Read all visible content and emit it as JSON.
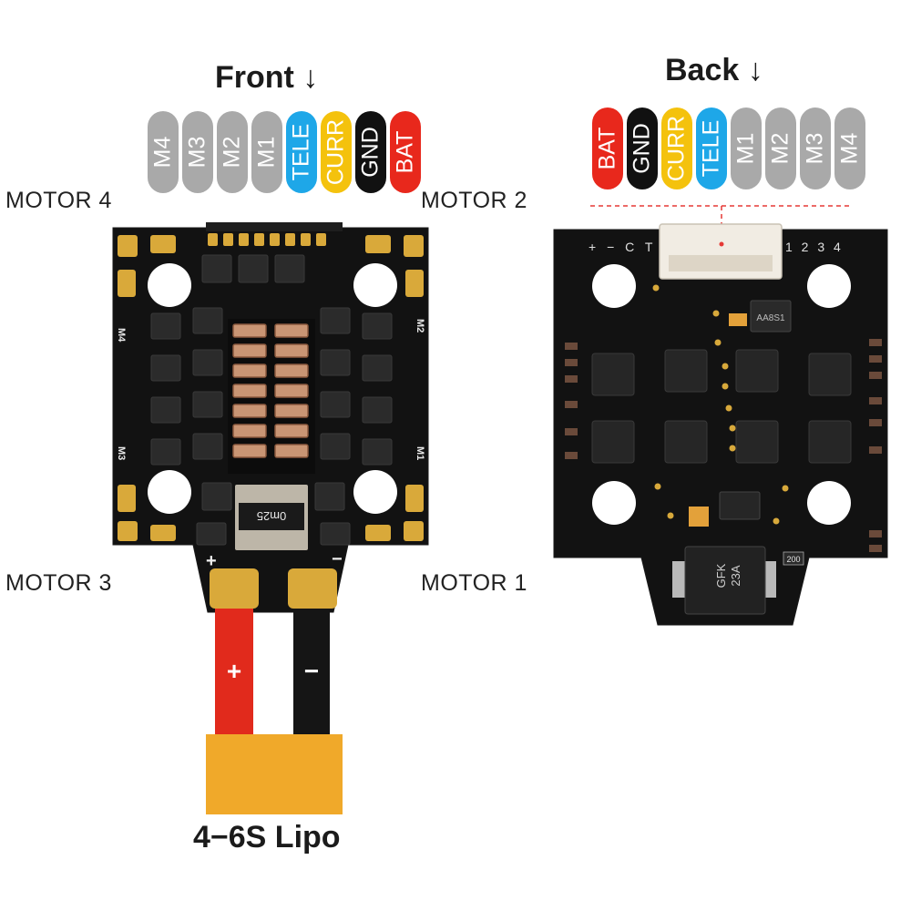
{
  "front": {
    "heading": "Front ↓",
    "pins": [
      {
        "label": "M4",
        "color": "#a9a9a9"
      },
      {
        "label": "M3",
        "color": "#a9a9a9"
      },
      {
        "label": "M2",
        "color": "#a9a9a9"
      },
      {
        "label": "M1",
        "color": "#a9a9a9"
      },
      {
        "label": "TELE",
        "color": "#1ea7e8"
      },
      {
        "label": "CURR",
        "color": "#f4c20d"
      },
      {
        "label": "GND",
        "color": "#111111"
      },
      {
        "label": "BAT",
        "color": "#e8281c"
      }
    ],
    "board_labels": {
      "m4": "M4",
      "m2": "M2",
      "m3": "M3",
      "m1": "M1",
      "cap": "0m25",
      "plus": "+",
      "minus": "−"
    }
  },
  "back": {
    "heading": "Back ↓",
    "pins": [
      {
        "label": "BAT",
        "color": "#e8281c"
      },
      {
        "label": "GND",
        "color": "#111111"
      },
      {
        "label": "CURR",
        "color": "#f4c20d"
      },
      {
        "label": "TELE",
        "color": "#1ea7e8"
      },
      {
        "label": "M1",
        "color": "#a9a9a9"
      },
      {
        "label": "M2",
        "color": "#a9a9a9"
      },
      {
        "label": "M3",
        "color": "#a9a9a9"
      },
      {
        "label": "M4",
        "color": "#a9a9a9"
      }
    ],
    "board_labels": {
      "pads": "+ − C T",
      "nums": "1 2 3 4",
      "chip": "AA8S1",
      "diode_1": "GFK",
      "diode_2": "23A",
      "resistor": "200"
    }
  },
  "motors": {
    "motor4": "MOTOR 4",
    "motor2": "MOTOR 2",
    "motor3": "MOTOR 3",
    "motor1": "MOTOR 1"
  },
  "wires": {
    "plus": "+",
    "minus": "−"
  },
  "battery_label": "4−6S Lipo",
  "colors": {
    "pad_gold": "#d9a93a",
    "board_black": "#121212",
    "wire_red": "#e12a1c",
    "connector_yellow": "#f0a92a"
  }
}
